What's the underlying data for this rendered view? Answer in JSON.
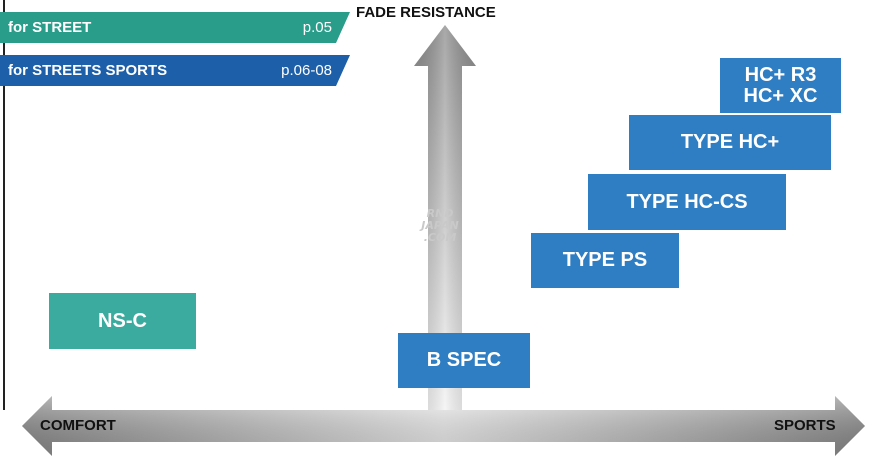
{
  "banners": {
    "street": {
      "label": "for STREET",
      "page": "p.05"
    },
    "streets_sports": {
      "label": "for STREETS SPORTS",
      "page": "p.06-08"
    }
  },
  "axes": {
    "vertical": "FADE RESISTANCE",
    "left": "COMFORT",
    "right": "SPORTS"
  },
  "products": {
    "hc_r3": "HC+ R3",
    "hc_xc": "HC+ XC",
    "type_hc_plus": "TYPE HC+",
    "type_hc_cs": "TYPE HC-CS",
    "type_ps": "TYPE PS",
    "ns_c": "NS-C",
    "b_spec": "B SPEC"
  },
  "watermark": [
    "RND",
    "JAPAN",
    ".COM"
  ],
  "colors": {
    "teal": "#2a9d8a",
    "blue": "#1d5fa9",
    "box_blue": "#2f7dc2",
    "box_teal": "#3aab9e"
  }
}
